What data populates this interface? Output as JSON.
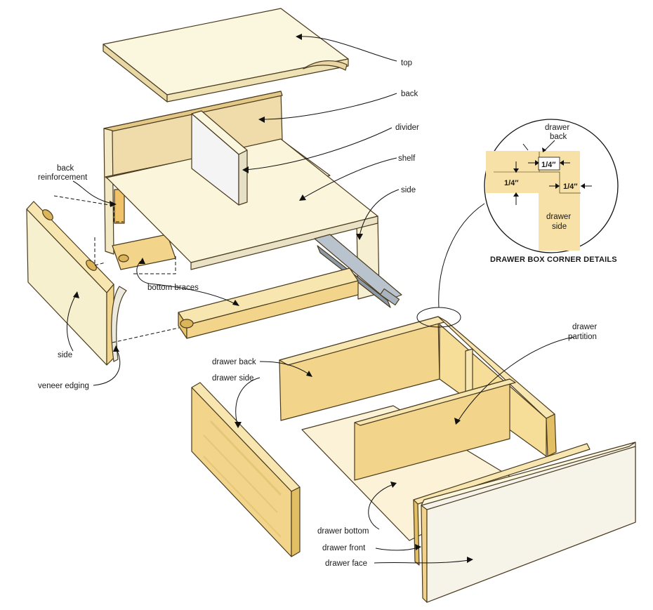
{
  "labels": {
    "top": "top",
    "back": "back",
    "divider": "divider",
    "shelf": "shelf",
    "side_right": "side",
    "back_reinforcement_1": "back",
    "back_reinforcement_2": "reinforcement",
    "bottom_braces": "bottom braces",
    "side_left": "side",
    "veneer_edging": "veneer edging",
    "drawer_back": "drawer back",
    "drawer_side": "drawer side",
    "drawer_partition_1": "drawer",
    "drawer_partition_2": "partition",
    "drawer_bottom": "drawer bottom",
    "drawer_front": "drawer front",
    "drawer_face": "drawer face"
  },
  "detail": {
    "caption": "DRAWER BOX CORNER DETAILS",
    "drawer_back_1": "drawer",
    "drawer_back_2": "back",
    "drawer_side_1": "drawer",
    "drawer_side_2": "side",
    "dim_a": "1/4″",
    "dim_b": "1/4″",
    "dim_c": "1/4″"
  },
  "colors": {
    "cream": "#f7f0cf",
    "cream_light": "#fbf6de",
    "edge": "#e7d8a6",
    "wood": "#f2d58a",
    "wood_dark": "#dcb55a",
    "wood_light": "#f8e6b0",
    "white_panel": "#f4f4f4",
    "metal": "#a9b4bf",
    "detail_tan": "#f7e1a6"
  }
}
